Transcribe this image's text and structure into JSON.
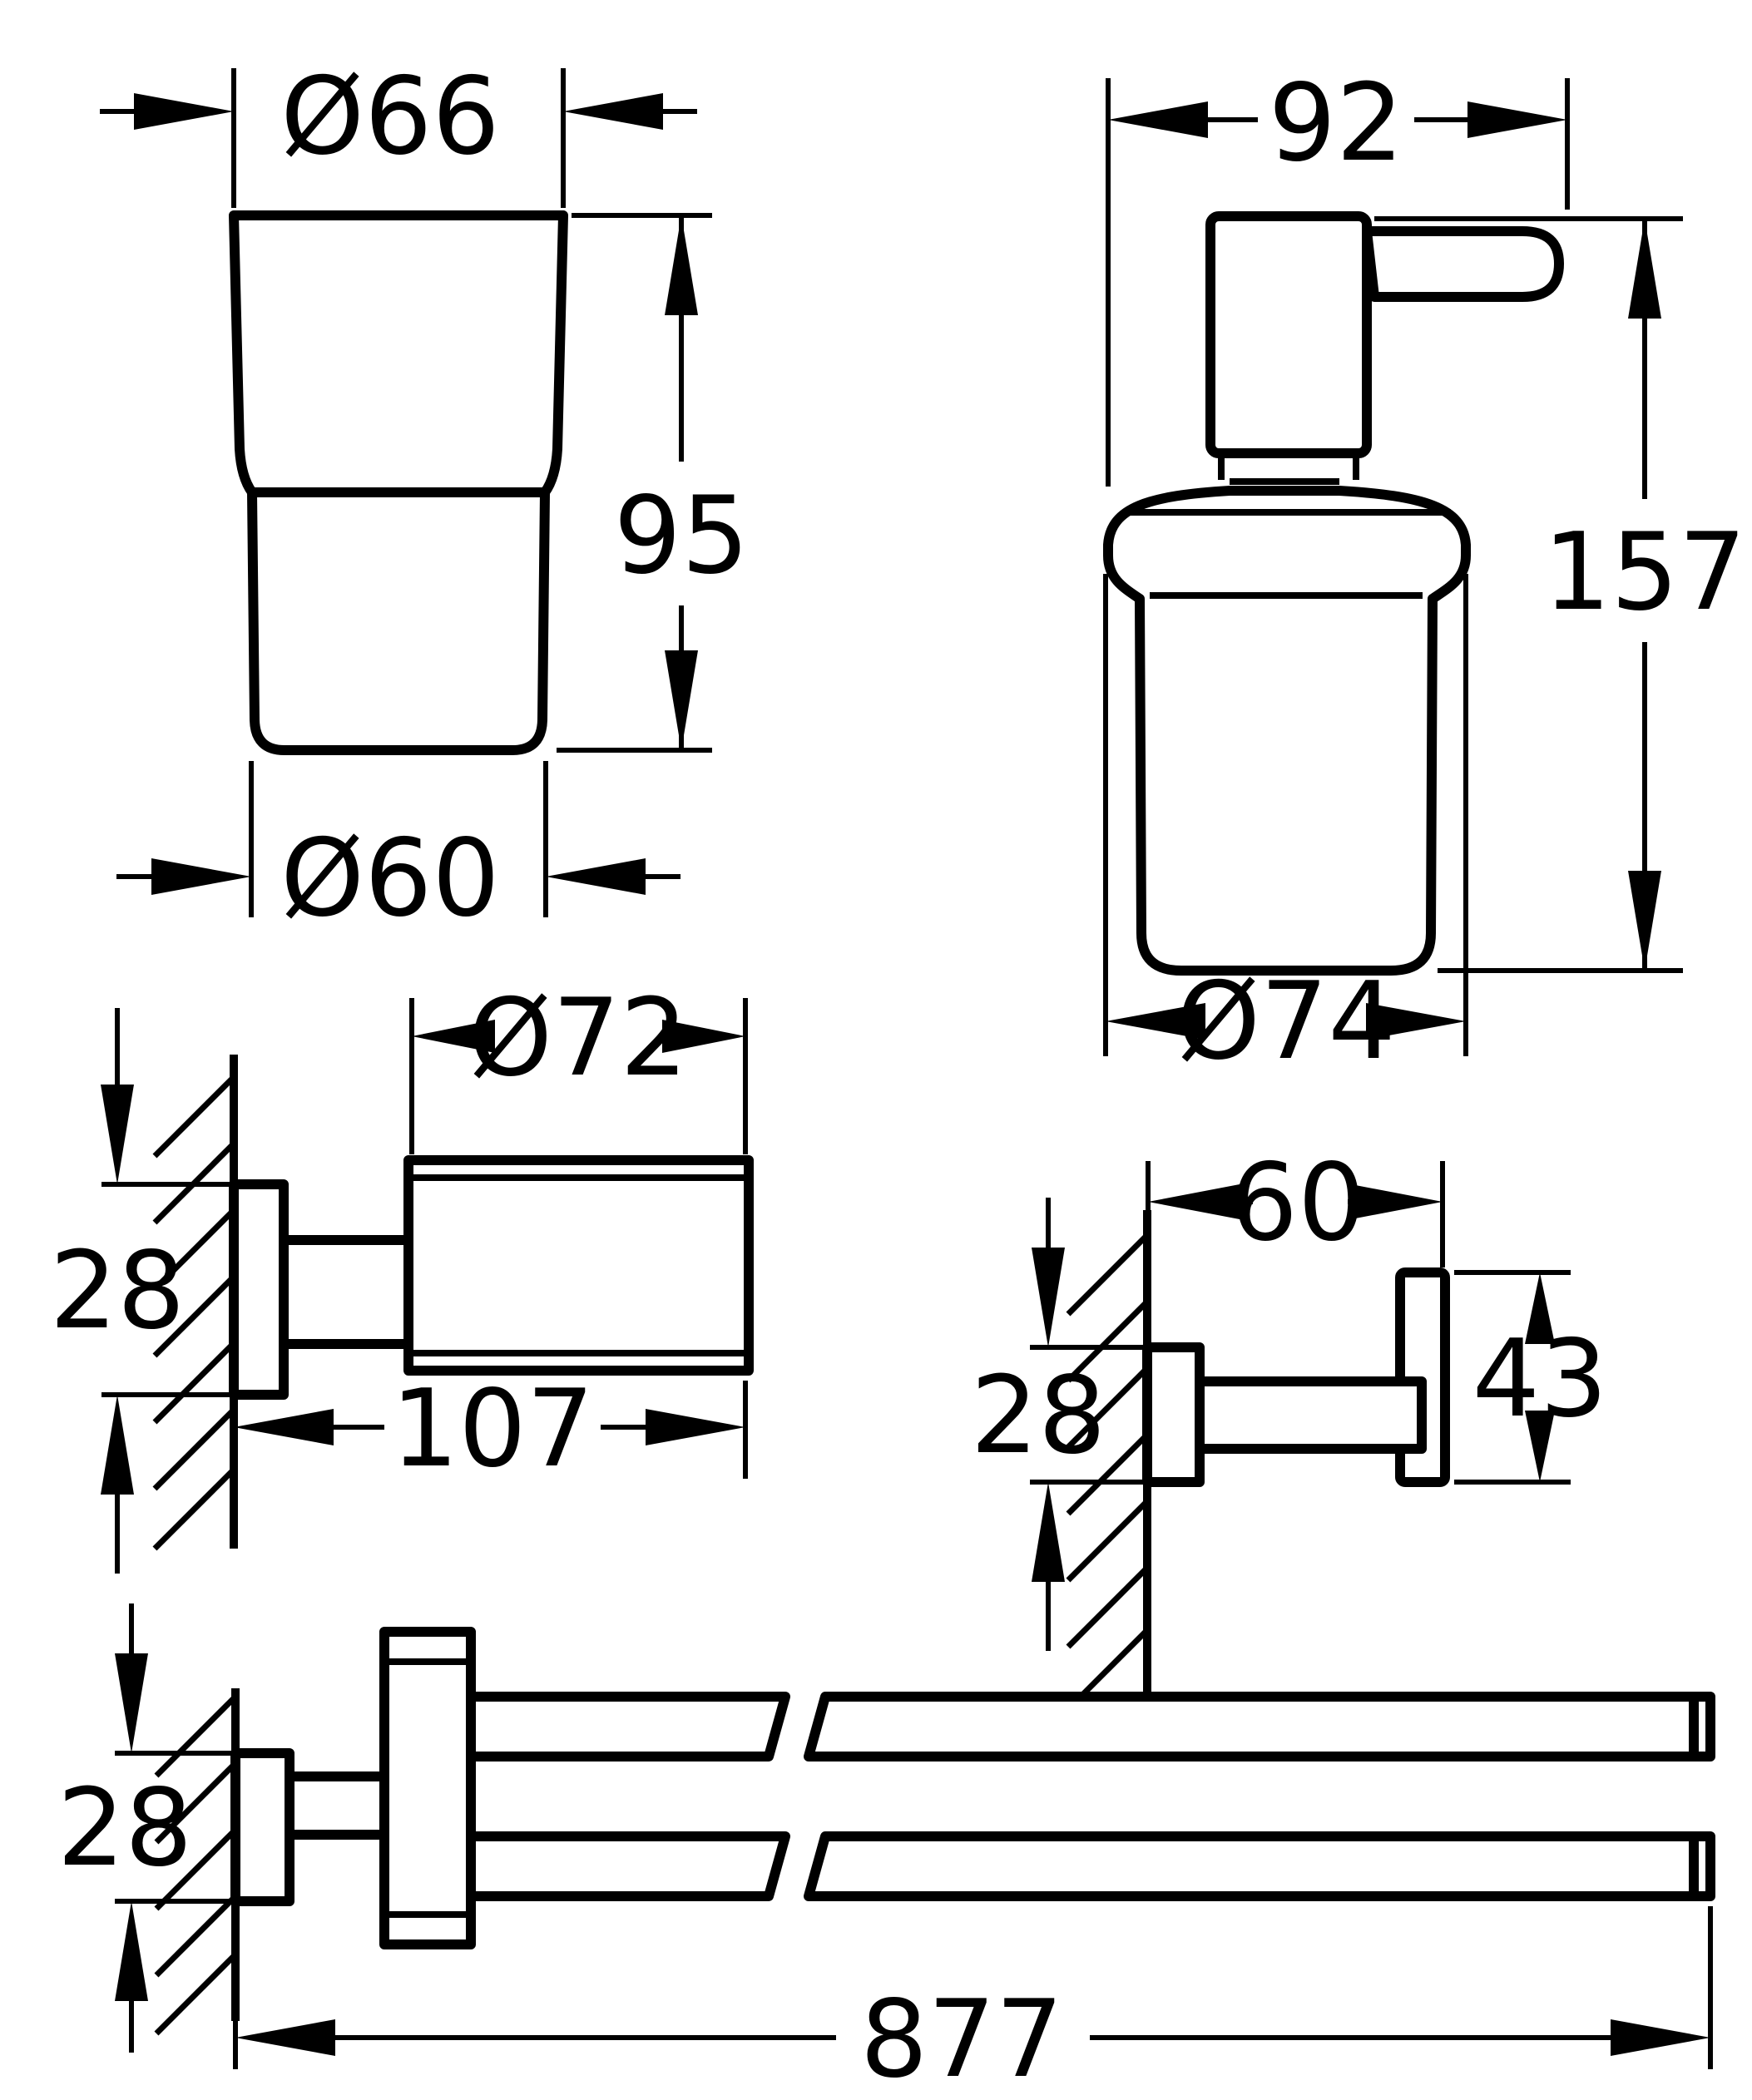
{
  "drawing": {
    "background_color": "#ffffff",
    "line_color": "#000000",
    "views": {
      "tumbler": {
        "top_diameter": "Ø66",
        "height": "95",
        "bottom_diameter": "Ø60"
      },
      "soap_dispenser": {
        "width": "92",
        "height": "157",
        "diameter": "Ø74"
      },
      "glass_holder": {
        "ring_diameter": "Ø72",
        "plate_height": "28",
        "projection": "107"
      },
      "robe_hook": {
        "projection": "60",
        "plate_height": "28",
        "hook_height": "43"
      },
      "double_towel_bar": {
        "plate_height": "28",
        "length": "877"
      }
    }
  }
}
